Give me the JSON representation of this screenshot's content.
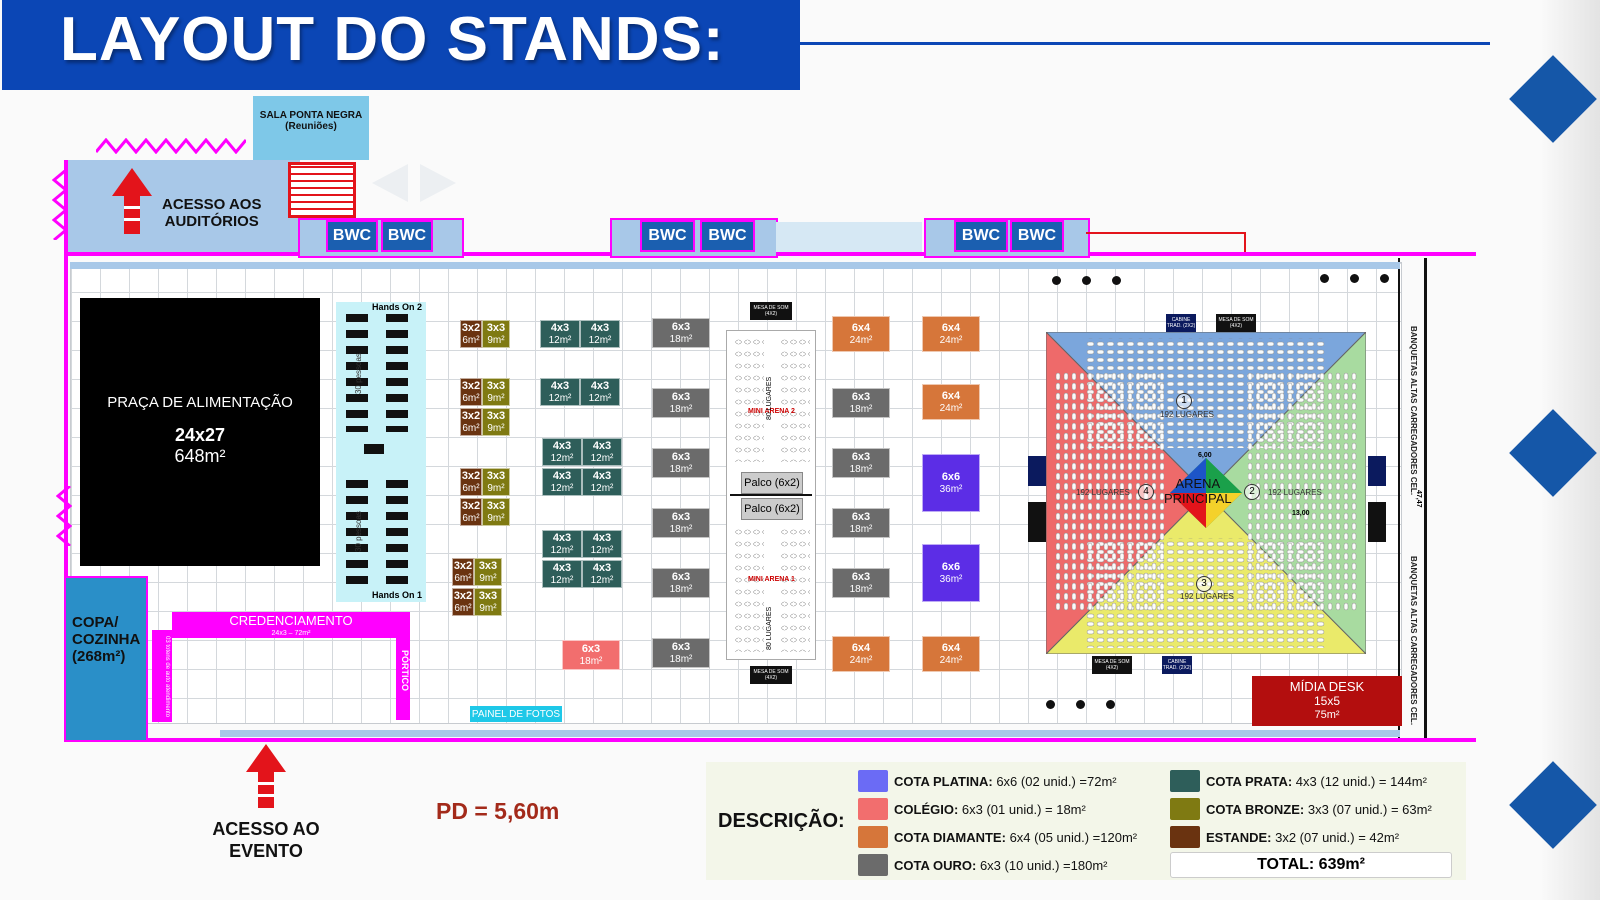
{
  "title": "LAYOUT DO STANDS:",
  "top": {
    "sala_ponta_negra": "SALA PONTA NEGRA",
    "sala_sub": "(Reuniões)",
    "acesso_auditorios": [
      "ACESSO AOS",
      "AUDITÓRIOS"
    ],
    "bwc_label": "BWC"
  },
  "praca": {
    "label": "PRAÇA DE ALIMENTAÇÃO",
    "dim": "24x27",
    "area": "648m²"
  },
  "hands_on": {
    "top": "Hands On 2",
    "bottom": "Hands On 1",
    "people": "30 pessoas"
  },
  "copa": {
    "label": "COPA/",
    "label2": "COZINHA",
    "area": "(268m²)",
    "totens": "03 totens de auto atendimento"
  },
  "credenciamento": {
    "label": "CREDENCIAMENTO",
    "sub": "24x3 – 72m²"
  },
  "portico": "PÓRTICO",
  "painel_fotos": "PAINEL DE FOTOS",
  "acesso_evento": [
    "ACESSO AO",
    "EVENTO"
  ],
  "pd": "PD = 5,60m",
  "mini_arena": {
    "mesa_som": "MESA DE SOM (4X2)",
    "lugares": "80 LUGARES",
    "mini2": "MINI ARENA 2",
    "mini1": "MINI ARENA 1",
    "palco": "Palco (6x2)"
  },
  "arena": {
    "label": "ARENA",
    "label2": "PRINCIPAL",
    "lugares": "192 LUGARES",
    "quadrants": [
      "1",
      "2",
      "3",
      "4"
    ],
    "dim_a": "6,00",
    "dim_b": "13,00",
    "mesa_som": "MESA DE SOM (4X2)",
    "cabine": "CABINE TRAD. (2X2)",
    "banquetas": "BANQUETAS ALTAS CARREGADORES CEL.",
    "side_dim": "47,47"
  },
  "midia_desk": {
    "label": "MÍDIA DESK",
    "dim": "15x5",
    "area": "75m²"
  },
  "stands": {
    "s3x2": {
      "dim": "3x2",
      "area": "6m²"
    },
    "s3x3": {
      "dim": "3x3",
      "area": "9m²"
    },
    "s4x3": {
      "dim": "4x3",
      "area": "12m²"
    },
    "s6x3": {
      "dim": "6x3",
      "area": "18m²"
    },
    "s6x4": {
      "dim": "6x4",
      "area": "24m²"
    },
    "s6x6": {
      "dim": "6x6",
      "area": "36m²"
    }
  },
  "colors": {
    "platina": "#6b6bf5",
    "colegio": "#f26e6e",
    "diamante": "#d6763a",
    "ouro": "#6b6b6b",
    "prata": "#2e5e5a",
    "bronze": "#7f7a12",
    "estande": "#6a3310",
    "wall": "#ff00ff",
    "title": "#0b46b5"
  },
  "legend": {
    "title": "DESCRIÇÃO:",
    "items": [
      {
        "name": "COTA PLATINA:",
        "desc": "6x6 (02 unid.) =72m²"
      },
      {
        "name": "COLÉGIO:",
        "desc": "6x3 (01 unid.) = 18m²"
      },
      {
        "name": "COTA DIAMANTE:",
        "desc": "6x4 (05 unid.) =120m²"
      },
      {
        "name": "COTA OURO:",
        "desc": "6x3 (10 unid.) =180m²"
      },
      {
        "name": "COTA PRATA:",
        "desc": "4x3 (12 unid.) = 144m²"
      },
      {
        "name": "COTA BRONZE:",
        "desc": "3x3 (07 unid.) = 63m²"
      },
      {
        "name": "ESTANDE:",
        "desc": "3x2 (07 unid.) = 42m²"
      }
    ],
    "total": "TOTAL: 639m²"
  }
}
